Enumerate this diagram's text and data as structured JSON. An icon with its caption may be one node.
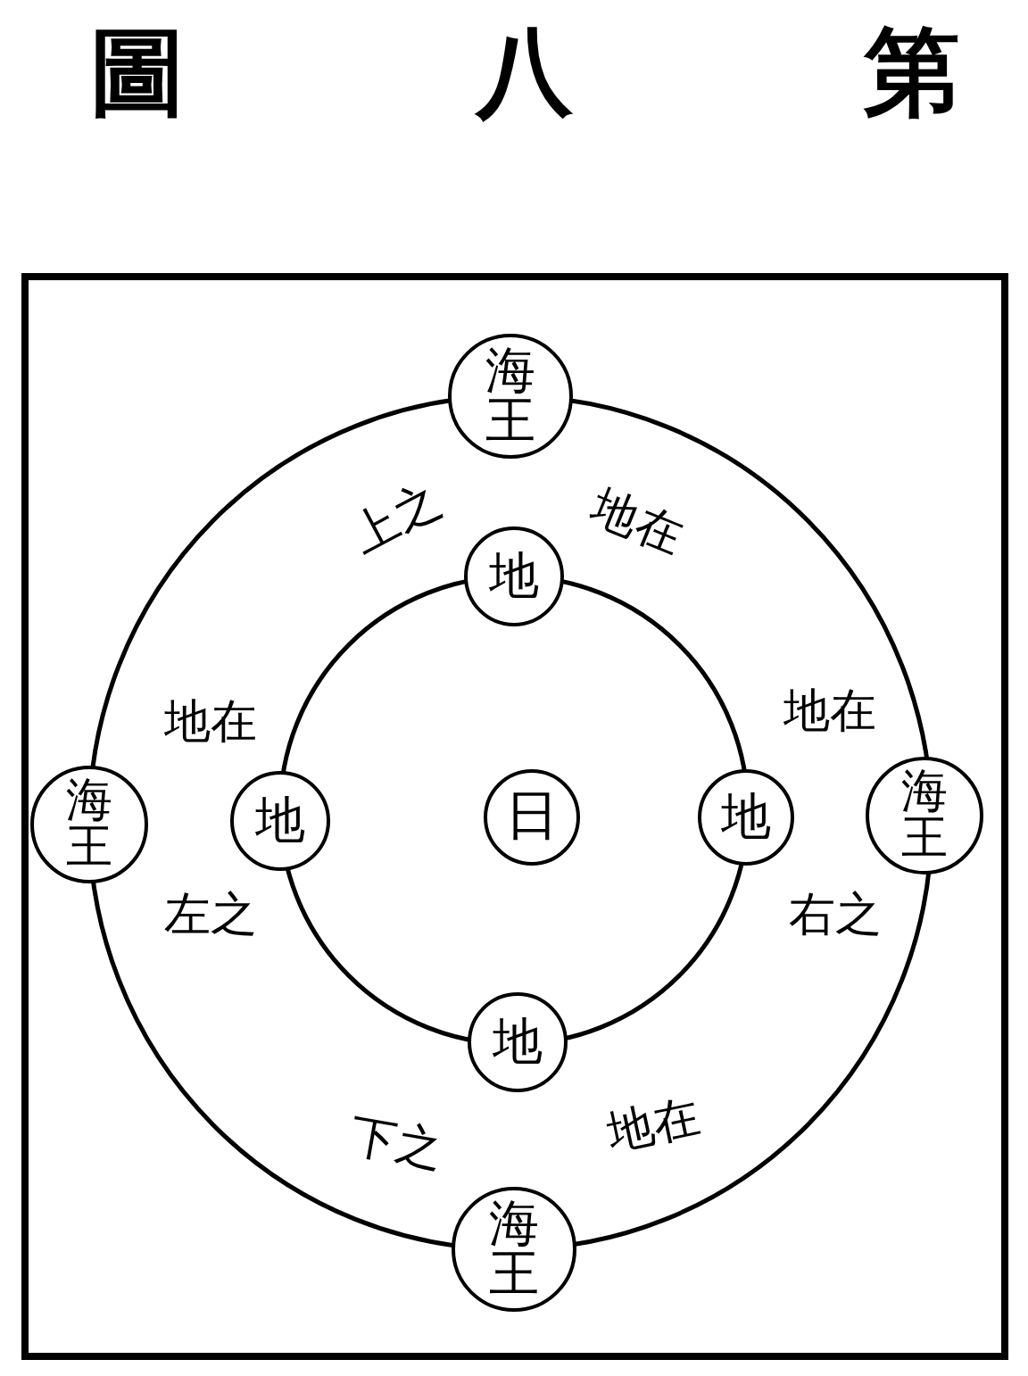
{
  "diagram": {
    "title": "圖八第",
    "nodes": [
      {
        "text": [
          "海王"
        ]
      },
      {
        "text": [
          "地"
        ]
      },
      {
        "text": [
          "海王"
        ]
      },
      {
        "text": [
          "地"
        ]
      },
      {
        "text": [
          "日"
        ]
      },
      {
        "text": [
          "地"
        ]
      },
      {
        "text": [
          "海王"
        ]
      },
      {
        "text": [
          "地"
        ]
      },
      {
        "text": [
          "海王"
        ]
      }
    ],
    "labels": [
      "上之",
      "地在",
      "地在",
      "地在",
      "左之",
      "右之",
      "下之",
      "地在"
    ]
  }
}
